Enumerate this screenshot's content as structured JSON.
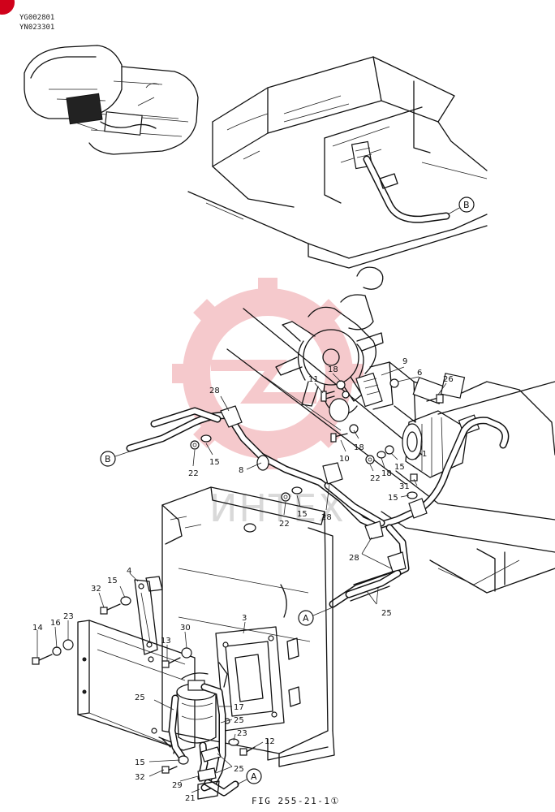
{
  "serials": [
    "YG002801",
    "YN023301"
  ],
  "figure_caption": "FIG 255-21-1①",
  "callouts": [
    {
      "id": "c9",
      "text": "9"
    },
    {
      "id": "c6",
      "text": "6"
    },
    {
      "id": "c26",
      "text": "26"
    },
    {
      "id": "c11",
      "text": "11"
    },
    {
      "id": "c18a",
      "text": "18"
    },
    {
      "id": "c18b",
      "text": "18"
    },
    {
      "id": "c18c",
      "text": "18"
    },
    {
      "id": "c10",
      "text": "10"
    },
    {
      "id": "c22a",
      "text": "22"
    },
    {
      "id": "c15a",
      "text": "15"
    },
    {
      "id": "c1",
      "text": "1"
    },
    {
      "id": "c31",
      "text": "31"
    },
    {
      "id": "c15b",
      "text": "15"
    },
    {
      "id": "c28a",
      "text": "28"
    },
    {
      "id": "c15c",
      "text": "15"
    },
    {
      "id": "c22b",
      "text": "22"
    },
    {
      "id": "c8",
      "text": "8"
    },
    {
      "id": "c22c",
      "text": "22"
    },
    {
      "id": "c15d",
      "text": "15"
    },
    {
      "id": "c28b",
      "text": "28"
    },
    {
      "id": "c28c",
      "text": "28"
    },
    {
      "id": "c25a",
      "text": "25"
    },
    {
      "id": "c4",
      "text": "4"
    },
    {
      "id": "c15e",
      "text": "15"
    },
    {
      "id": "c32a",
      "text": "32"
    },
    {
      "id": "c23a",
      "text": "23"
    },
    {
      "id": "c16",
      "text": "16"
    },
    {
      "id": "c14",
      "text": "14"
    },
    {
      "id": "c13",
      "text": "13"
    },
    {
      "id": "c30",
      "text": "30"
    },
    {
      "id": "c3",
      "text": "3"
    },
    {
      "id": "c25b",
      "text": "25"
    },
    {
      "id": "c17",
      "text": "17"
    },
    {
      "id": "c25c",
      "text": "25"
    },
    {
      "id": "c23b",
      "text": "23"
    },
    {
      "id": "c12",
      "text": "12"
    },
    {
      "id": "c15f",
      "text": "15"
    },
    {
      "id": "c25d",
      "text": "25"
    },
    {
      "id": "c32b",
      "text": "32"
    },
    {
      "id": "c29",
      "text": "29"
    },
    {
      "id": "c21",
      "text": "21"
    }
  ],
  "connectors": {
    "b_top": "B",
    "b_left": "B",
    "a_right": "A",
    "a_bottom": "A"
  },
  "watermark": "ИНТЕХ",
  "colors": {
    "line": "#111111",
    "watermark_gear": "#f2b8bc",
    "watermark_text": "#d9d9d9",
    "corner_mark": "#d0021b"
  }
}
